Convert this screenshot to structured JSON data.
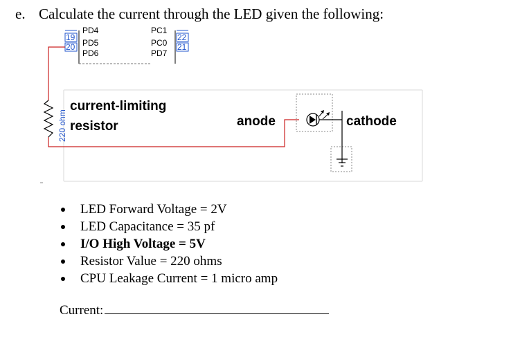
{
  "question": {
    "letter": "e.",
    "text": "Calculate the current through the LED given the following:"
  },
  "circuit": {
    "left_chip": {
      "pin_numbers": [
        "19",
        "20"
      ],
      "pins": [
        "PD4",
        "PD5",
        "PD6"
      ]
    },
    "right_chip": {
      "pin_numbers": [
        "22",
        "21"
      ],
      "pins": [
        "PC1",
        "PC0",
        "PD7"
      ]
    },
    "resistor_value": "220 ohm",
    "labels": {
      "current_limiting": "current-limiting",
      "resistor": "resistor",
      "anode": "anode",
      "cathode": "cathode"
    },
    "colors": {
      "wire": "#cc2222",
      "grid": "#d8d8d8"
    }
  },
  "specs": [
    {
      "text": "LED Forward Voltage = 2V",
      "bold": false
    },
    {
      "text": "LED Capacitance = 35 pf",
      "bold": false
    },
    {
      "text": "I/O High Voltage = 5V",
      "bold": true
    },
    {
      "text": "Resistor Value = 220 ohms",
      "bold": false
    },
    {
      "text": "CPU Leakage Current = 1 micro amp",
      "bold": false
    }
  ],
  "answer": {
    "label": "Current:"
  }
}
